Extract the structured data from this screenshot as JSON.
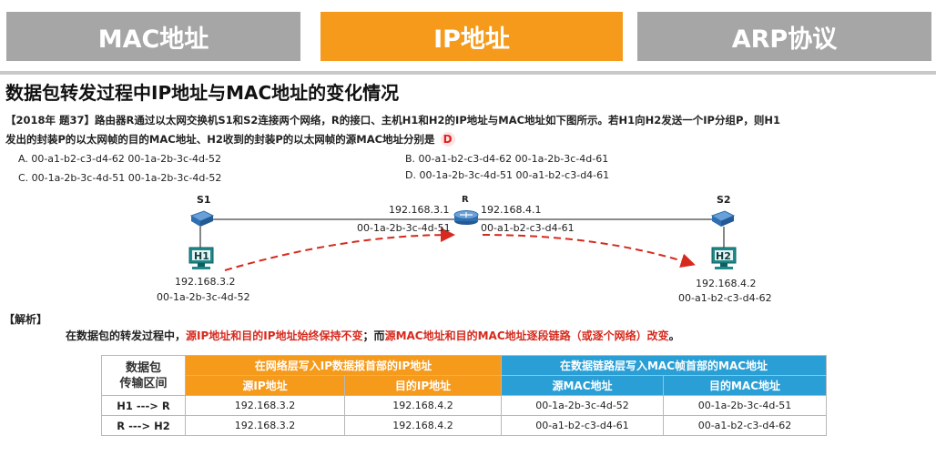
{
  "tabs": [
    {
      "label": "MAC地址"
    },
    {
      "label": "IP地址"
    },
    {
      "label": "ARP协议"
    }
  ],
  "title": "数据包转发过程中IP地址与MAC地址的变化情况",
  "question": {
    "line1": "【2018年 题37】路由器R通过以太网交换机S1和S2连接两个网络，R的接口、主机H1和H2的IP地址与MAC地址如下图所示。若H1向H2发送一个IP分组P，则H1",
    "line2": "发出的封装P的以太网帧的目的MAC地址、H2收到的封装P的以太网帧的源MAC地址分别是",
    "answer": "D",
    "options": [
      {
        "text": "A. 00-a1-b2-c3-d4-62    00-1a-2b-3c-4d-52"
      },
      {
        "text": "B. 00-a1-b2-c3-d4-62    00-1a-2b-3c-4d-61"
      },
      {
        "text": "C. 00-1a-2b-3c-4d-51    00-1a-2b-3c-4d-52"
      },
      {
        "text": "D. 00-1a-2b-3c-4d-51    00-a1-b2-c3-d4-61"
      }
    ]
  },
  "diagram": {
    "s1": "S1",
    "s2": "S2",
    "r": "R",
    "h1": {
      "label": "H1",
      "ip": "192.168.3.2",
      "mac": "00-1a-2b-3c-4d-52"
    },
    "h2": {
      "label": "H2",
      "ip": "192.168.4.2",
      "mac": "00-a1-b2-c3-d4-62"
    },
    "r_left": {
      "ip": "192.168.3.1",
      "mac": "00-1a-2b-3c-4d-51"
    },
    "r_right": {
      "ip": "192.168.4.1",
      "mac": "00-a1-b2-c3-d4-61"
    },
    "colors": {
      "arrow": "#d62a1e",
      "line": "#444444",
      "device": "#2f6fb0",
      "host": "#1f8a8a"
    }
  },
  "analysis": {
    "label": "【解析】",
    "p1": "在数据包的转发过程中，",
    "p2": "源IP地址和目的IP地址始终保持不变",
    "p3": "；而",
    "p4": "源MAC地址和目的MAC地址逐段链路（或逐个网络）改变",
    "p5": "。"
  },
  "table": {
    "left_header": "数据包\n传输区间",
    "ip_group": "在网络层写入IP数据报首部的IP地址",
    "mac_group": "在数据链路层写入MAC帧首部的MAC地址",
    "sub_headers": [
      "源IP地址",
      "目的IP地址",
      "源MAC地址",
      "目的MAC地址"
    ],
    "rows": [
      {
        "label": "H1 ---> R",
        "cells": [
          "192.168.3.2",
          "192.168.4.2",
          "00-1a-2b-3c-4d-52",
          "00-1a-2b-3c-4d-51"
        ]
      },
      {
        "label": "R  ---> H2",
        "cells": [
          "192.168.3.2",
          "192.168.4.2",
          "00-a1-b2-c3-d4-61",
          "00-a1-b2-c3-d4-62"
        ]
      }
    ],
    "colors": {
      "ip_header": "#f59a1b",
      "mac_header": "#2a9fd6"
    }
  }
}
